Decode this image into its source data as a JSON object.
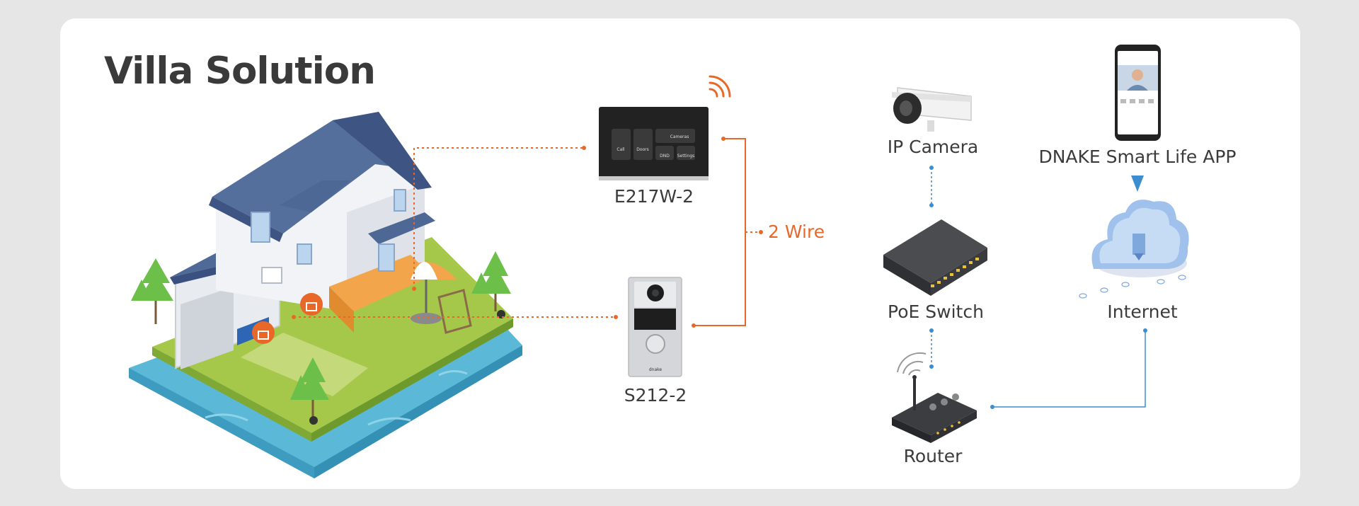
{
  "title": "Villa Solution",
  "labels": {
    "indoor_monitor": "E217W-2",
    "door_station": "S212-2",
    "wire": "2 Wire",
    "ip_camera": "IP Camera",
    "poe_switch": "PoE Switch",
    "router": "Router",
    "app": "DNAKE Smart Life APP",
    "internet": "Internet"
  },
  "monitor_screen": {
    "tiles": [
      "Call",
      "Doors",
      "Cameras",
      "DND",
      "Settings"
    ]
  },
  "door_station_brand": "dnake",
  "colors": {
    "orange": "#e8682a",
    "blue_line": "#3d8ed1",
    "text": "#3b3b3b",
    "background": "#e6e6e6",
    "card": "#ffffff"
  }
}
